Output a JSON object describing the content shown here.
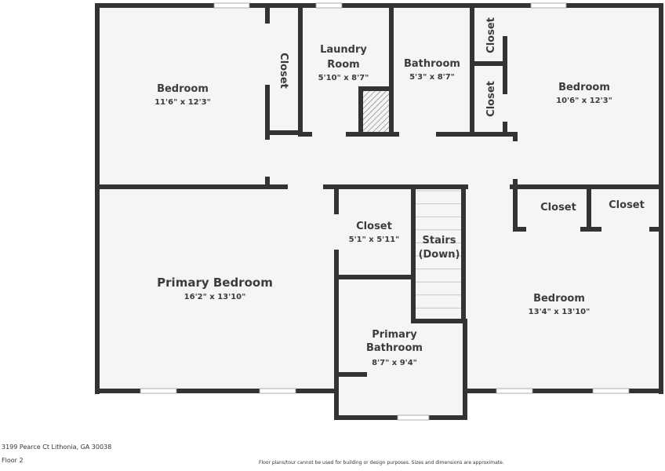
{
  "plan": {
    "wall_color": "#333333",
    "floor_color": "#f5f5f5",
    "rooms": {
      "bedroom_nw": {
        "name": "Bedroom",
        "dims": "11'6\" x 12'3\""
      },
      "closet_nw": {
        "name": "Closet"
      },
      "laundry": {
        "name_line1": "Laundry",
        "name_line2": "Room",
        "dims": "5'10\" x 8'7\""
      },
      "bathroom": {
        "name": "Bathroom",
        "dims": "5'3\" x 8'7\""
      },
      "closet_ne_top": {
        "name": "Closet"
      },
      "closet_ne_bottom": {
        "name": "Closet"
      },
      "bedroom_ne": {
        "name": "Bedroom",
        "dims": "10'6\" x 12'3\""
      },
      "primary_bedroom": {
        "name": "Primary Bedroom",
        "dims": "16'2\" x 13'10\""
      },
      "closet_center": {
        "name": "Closet",
        "dims": "5'1\" x 5'11\""
      },
      "stairs": {
        "name_line1": "Stairs",
        "name_line2": "(Down)"
      },
      "closet_se_left": {
        "name": "Closet"
      },
      "closet_se_right": {
        "name": "Closet"
      },
      "bedroom_se": {
        "name": "Bedroom",
        "dims": "13'4\" x 13'10\""
      },
      "primary_bathroom": {
        "name_line1": "Primary",
        "name_line2": "Bathroom",
        "dims": "8'7\" x 9'4\""
      }
    }
  },
  "footer": {
    "address": "3199 Pearce Ct Lithonia, GA 30038",
    "floor": "Floor 2",
    "disclaimer": "Floor plans/tour cannot be used for building or design purposes. Sizes and dimensions are approximate."
  }
}
